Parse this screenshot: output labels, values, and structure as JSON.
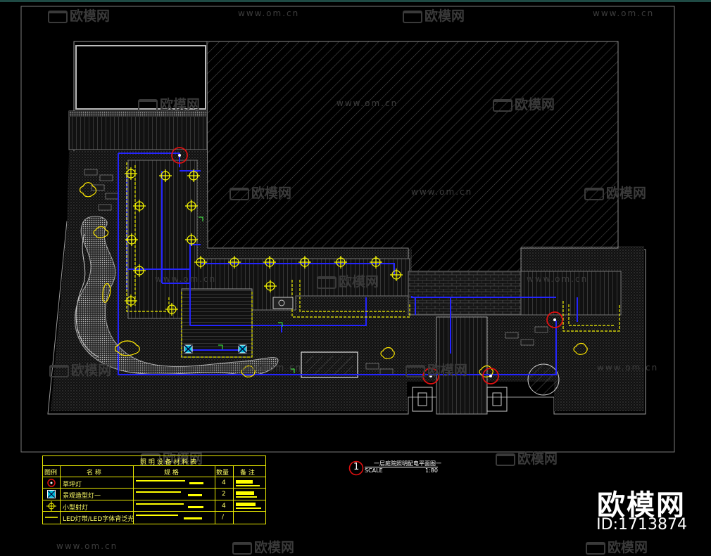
{
  "watermark": {
    "url": "www.om.cn",
    "logo": "欧模网"
  },
  "brand": {
    "name": "欧模网",
    "id_label": "ID:1713874"
  },
  "plan": {
    "number": "1",
    "title": "一层庭院照明配电平面图一",
    "scale_label": "SCALE",
    "scale_value": "1:80"
  },
  "legend_table": {
    "title": "照 明 设 备 材 料 表",
    "headers": [
      "图例",
      "名  称",
      "规  格",
      "数量",
      "备  注"
    ],
    "rows": [
      {
        "icon": "lawn-light-icon",
        "name": "草坪灯",
        "qty": "4"
      },
      {
        "icon": "landscape-light-icon",
        "name": "景观造型灯一",
        "qty": "2"
      },
      {
        "icon": "spotlight-icon",
        "name": "小型射灯",
        "qty": "4"
      },
      {
        "icon": "led-strip-icon",
        "name": "LED灯带/LED字体背泛光",
        "qty": "/"
      }
    ]
  },
  "colors": {
    "background": "#000000",
    "wire": "#2020ff",
    "fixture": "#ffff00",
    "marker": "#e01010",
    "outline": "#ffffff"
  }
}
